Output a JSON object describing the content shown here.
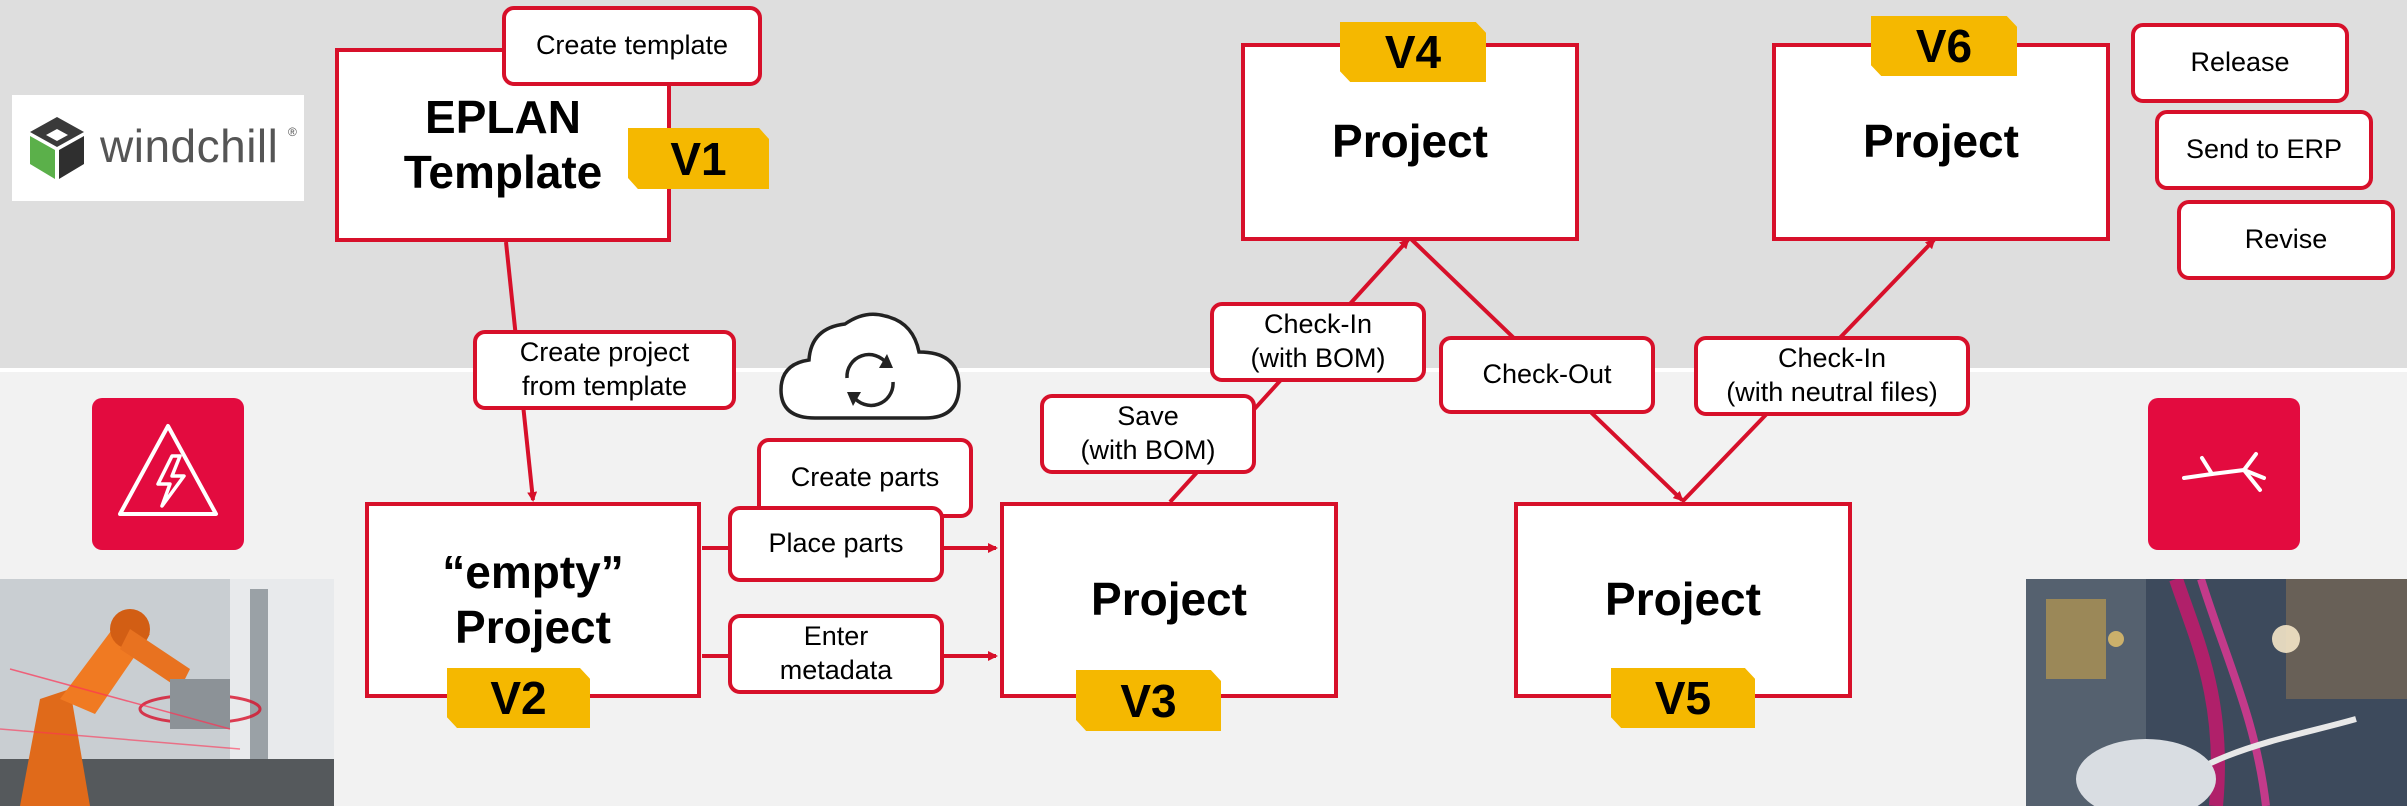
{
  "logo": {
    "text": "windchill",
    "reg": "®"
  },
  "boxes": {
    "template": "EPLAN\nTemplate",
    "empty_project": "“empty”\nProject",
    "project_v3": "Project",
    "project_v4": "Project",
    "project_v5": "Project",
    "project_v6": "Project"
  },
  "versions": {
    "v1": "V1",
    "v2": "V2",
    "v3": "V3",
    "v4": "V4",
    "v5": "V5",
    "v6": "V6"
  },
  "actions": {
    "create_template": "Create template",
    "create_from_template": "Create project\nfrom template",
    "create_parts": "Create parts",
    "place_parts": "Place parts",
    "enter_metadata": "Enter\nmetadata",
    "save": "Save\n(with BOM)",
    "checkin_bom": "Check-In\n(with BOM)",
    "checkout": "Check-Out",
    "checkin_neutral": "Check-In\n(with neutral files)",
    "release": "Release",
    "send_erp": "Send to ERP",
    "revise": "Revise"
  },
  "icons": {
    "cloud": "cloud-sync-icon",
    "electrical": "high-voltage-warning-icon",
    "harness": "wire-harness-icon"
  },
  "colors": {
    "accent_red": "#d7102a",
    "tag_yellow": "#f5b800",
    "icon_red": "#e30b3f"
  }
}
